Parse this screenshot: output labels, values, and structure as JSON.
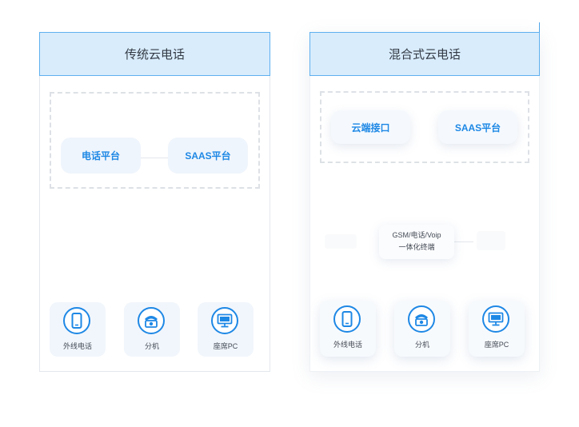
{
  "traditional": {
    "title": "传统云电话",
    "platforms": [
      "电话平台",
      "SAAS平台"
    ],
    "devices": [
      {
        "label": "外线电话",
        "icon": "mobile-phone-icon"
      },
      {
        "label": "分机",
        "icon": "desk-phone-icon"
      },
      {
        "label": "座席PC",
        "icon": "pc-monitor-icon"
      }
    ]
  },
  "hybrid": {
    "title": "混合式云电话",
    "platforms": [
      "云端接口",
      "SAAS平台"
    ],
    "terminal_line1": "GSM/电话/Voip",
    "terminal_line2": "一体化终端",
    "devices": [
      {
        "label": "外线电话",
        "icon": "mobile-phone-icon"
      },
      {
        "label": "分机",
        "icon": "desk-phone-icon"
      },
      {
        "label": "座席PC",
        "icon": "pc-monitor-icon"
      }
    ]
  },
  "colors": {
    "accent": "#1e88e5",
    "header_bg": "#d8ecfc",
    "header_border": "#5eb0ef",
    "tile_bg": "#eff5fc",
    "dashed": "#dde1e6"
  }
}
